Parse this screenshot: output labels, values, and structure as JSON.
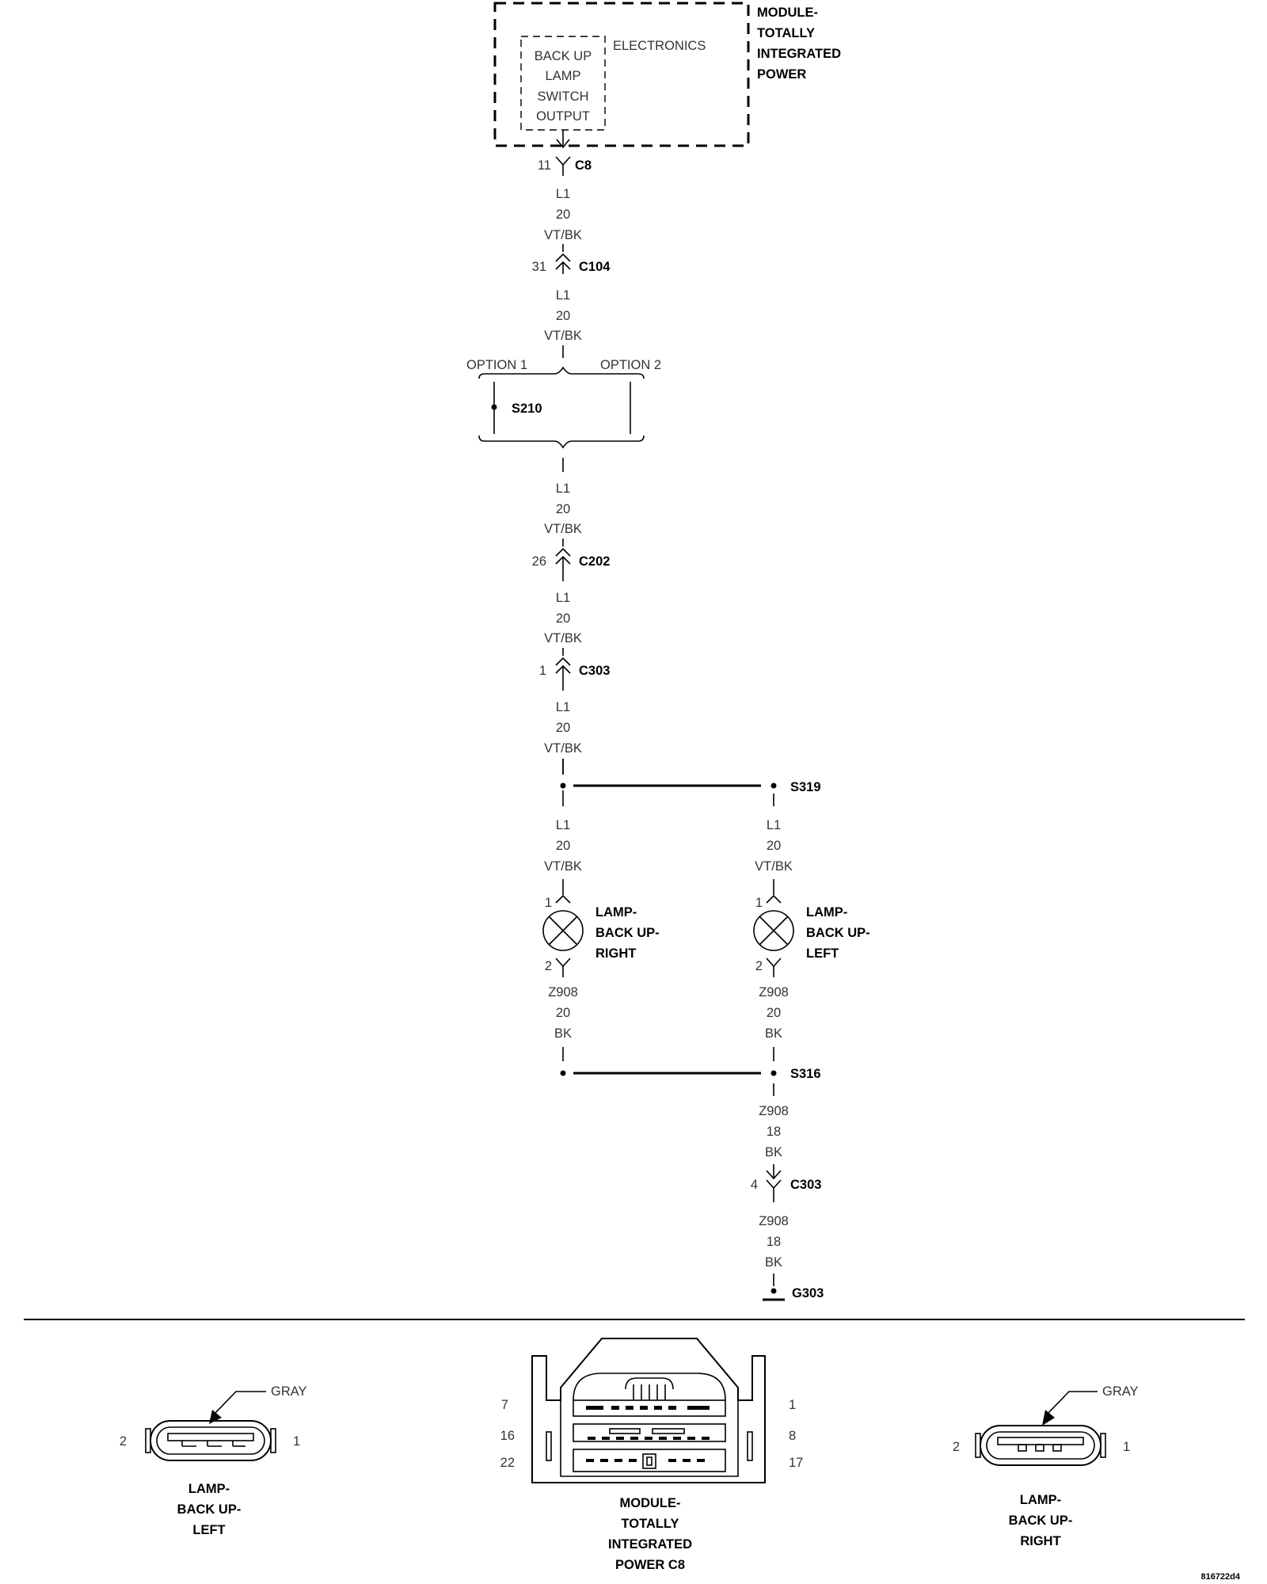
{
  "module": {
    "name_lines": [
      "MODULE-",
      "TOTALLY",
      "INTEGRATED",
      "POWER"
    ],
    "electronics_label": "ELECTRONICS",
    "switch_lines": [
      "BACK UP",
      "LAMP",
      "SWITCH",
      "OUTPUT"
    ]
  },
  "connectors": {
    "c8": {
      "pin": "11",
      "name": "C8"
    },
    "c104": {
      "pin": "31",
      "name": "C104"
    },
    "c202": {
      "pin": "26",
      "name": "C202"
    },
    "c303_top": {
      "pin": "1",
      "name": "C303"
    },
    "c303_bottom": {
      "pin": "4",
      "name": "C303"
    }
  },
  "wire_l1_20": {
    "circuit": "L1",
    "gauge": "20",
    "color": "VT/BK"
  },
  "wire_z908_20": {
    "circuit": "Z908",
    "gauge": "20",
    "color": "BK"
  },
  "wire_z908_18": {
    "circuit": "Z908",
    "gauge": "18",
    "color": "BK"
  },
  "options": {
    "option1": "OPTION 1",
    "option2": "OPTION 2"
  },
  "splices": {
    "s210": "S210",
    "s319": "S319",
    "s316": "S316"
  },
  "ground": "G303",
  "lamps": {
    "right": {
      "lines": [
        "LAMP-",
        "BACK UP-",
        "RIGHT"
      ],
      "pin_top": "1",
      "pin_bottom": "2"
    },
    "left": {
      "lines": [
        "LAMP-",
        "BACK UP-",
        "LEFT"
      ],
      "pin_top": "1",
      "pin_bottom": "2"
    }
  },
  "views": {
    "left": {
      "color": "GRAY",
      "pin_left": "2",
      "pin_right": "1",
      "lines": [
        "LAMP-",
        "BACK UP-",
        "LEFT"
      ]
    },
    "module": {
      "pins_left": [
        "7",
        "16",
        "22"
      ],
      "pins_right": [
        "1",
        "8",
        "17"
      ],
      "lines": [
        "MODULE-",
        "TOTALLY",
        "INTEGRATED",
        "POWER C8"
      ]
    },
    "right": {
      "color": "GRAY",
      "pin_left": "2",
      "pin_right": "1",
      "lines": [
        "LAMP-",
        "BACK UP-",
        "RIGHT"
      ]
    }
  },
  "figure_id": "816722d4"
}
